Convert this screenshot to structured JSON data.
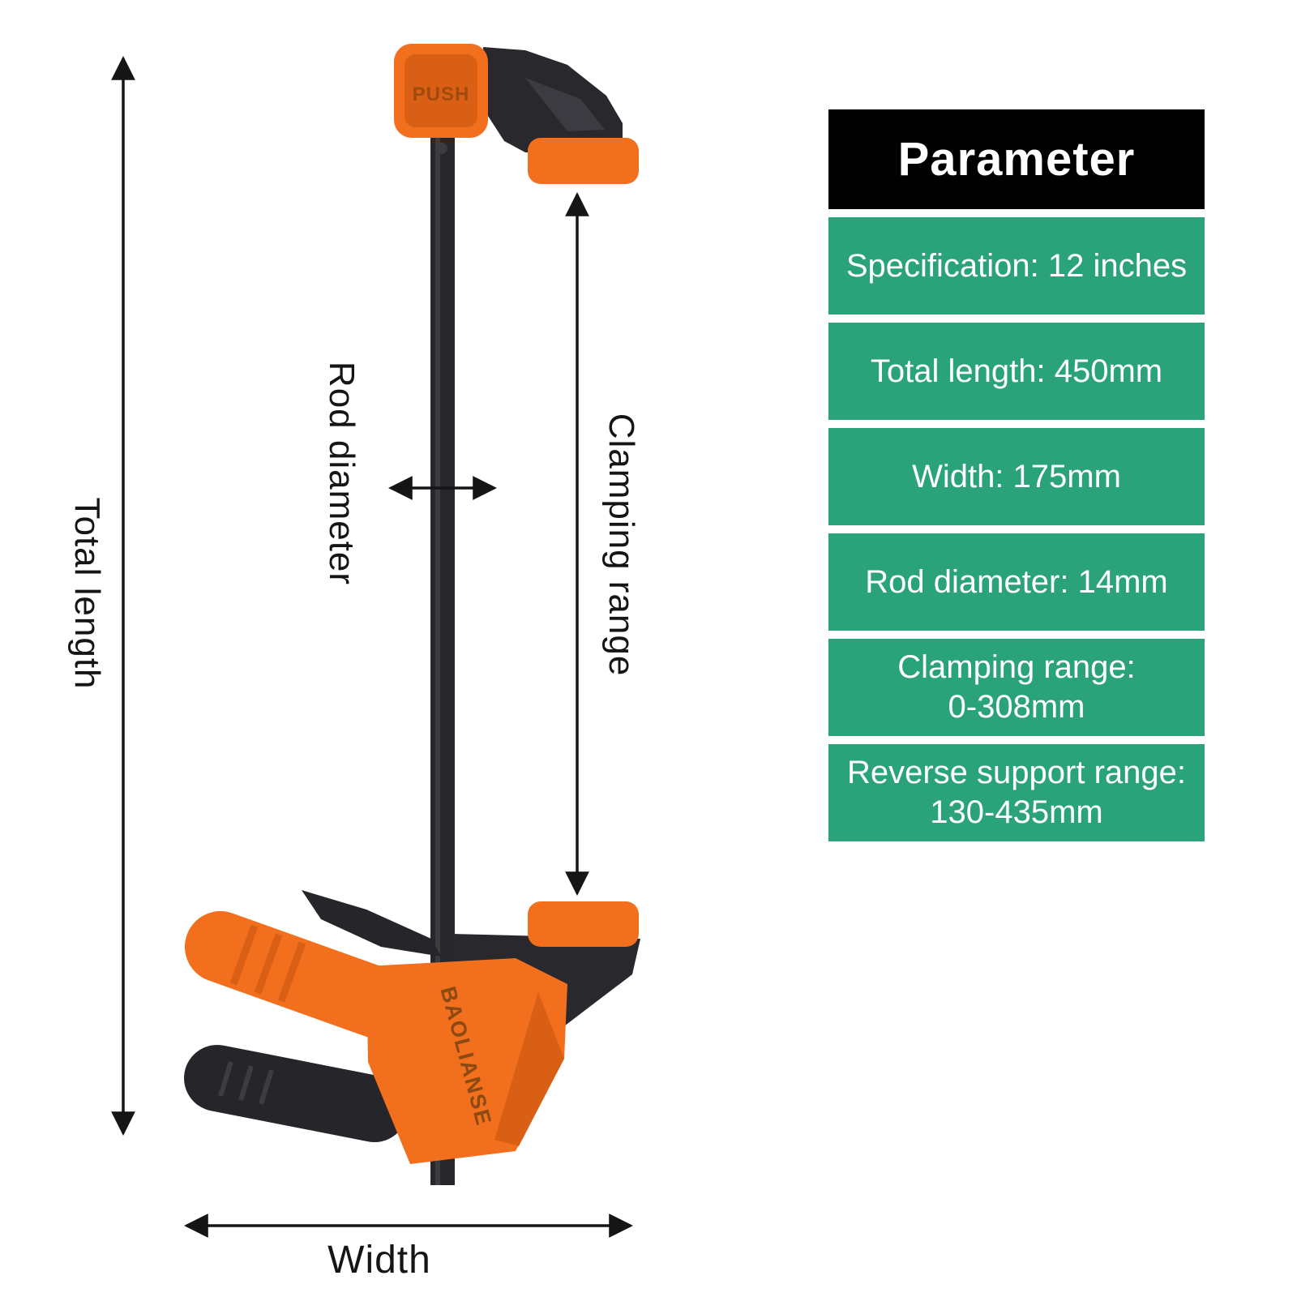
{
  "colors": {
    "panel_green": "#2aa37b",
    "clamp_orange": "#f26f1e",
    "clamp_black": "#27272b",
    "title_black": "#000000",
    "text_white": "#ffffff",
    "ink": "#151515"
  },
  "diagram": {
    "labels": {
      "total_length": "Total length",
      "rod_diameter": "Rod diameter",
      "clamping_range": "Clamping range",
      "width": "Width"
    },
    "clamp": {
      "push_label": "PUSH",
      "brand": "BAOLIANSE"
    }
  },
  "panel": {
    "title": "Parameter",
    "rows": [
      {
        "line1": "Specification: 12 inches",
        "line2": ""
      },
      {
        "line1": "Total length: 450mm",
        "line2": ""
      },
      {
        "line1": "Width: 175mm",
        "line2": ""
      },
      {
        "line1": "Rod diameter: 14mm",
        "line2": ""
      },
      {
        "line1": "Clamping range:",
        "line2": "0-308mm"
      },
      {
        "line1": "Reverse support range:",
        "line2": "130-435mm"
      }
    ]
  }
}
